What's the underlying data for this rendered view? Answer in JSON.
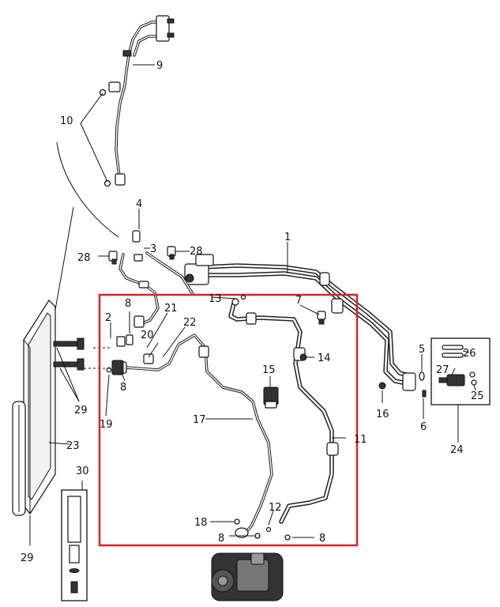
{
  "callouts": [
    {
      "id": "c1",
      "text": "1"
    },
    {
      "id": "c2",
      "text": "2"
    },
    {
      "id": "c3",
      "text": "3"
    },
    {
      "id": "c4",
      "text": "4"
    },
    {
      "id": "c5",
      "text": "5"
    },
    {
      "id": "c6",
      "text": "6"
    },
    {
      "id": "c7",
      "text": "7"
    },
    {
      "id": "c8a",
      "text": "8"
    },
    {
      "id": "c8b",
      "text": "8"
    },
    {
      "id": "c8c",
      "text": "8"
    },
    {
      "id": "c8d",
      "text": "8"
    },
    {
      "id": "c9",
      "text": "9"
    },
    {
      "id": "c10",
      "text": "10"
    },
    {
      "id": "c11",
      "text": "11"
    },
    {
      "id": "c12",
      "text": "12"
    },
    {
      "id": "c13",
      "text": "13"
    },
    {
      "id": "c14",
      "text": "14"
    },
    {
      "id": "c15",
      "text": "15"
    },
    {
      "id": "c16",
      "text": "16"
    },
    {
      "id": "c17",
      "text": "17"
    },
    {
      "id": "c18",
      "text": "18"
    },
    {
      "id": "c19",
      "text": "19"
    },
    {
      "id": "c20",
      "text": "20"
    },
    {
      "id": "c21",
      "text": "21"
    },
    {
      "id": "c22",
      "text": "22"
    },
    {
      "id": "c23",
      "text": "23"
    },
    {
      "id": "c24",
      "text": "24"
    },
    {
      "id": "c25",
      "text": "25"
    },
    {
      "id": "c26",
      "text": "26"
    },
    {
      "id": "c27",
      "text": "27"
    },
    {
      "id": "c28a",
      "text": "28"
    },
    {
      "id": "c28b",
      "text": "28"
    },
    {
      "id": "c29a",
      "text": "29"
    },
    {
      "id": "c29b",
      "text": "29"
    },
    {
      "id": "c30",
      "text": "30"
    }
  ],
  "highlight_color": "#e0202a"
}
